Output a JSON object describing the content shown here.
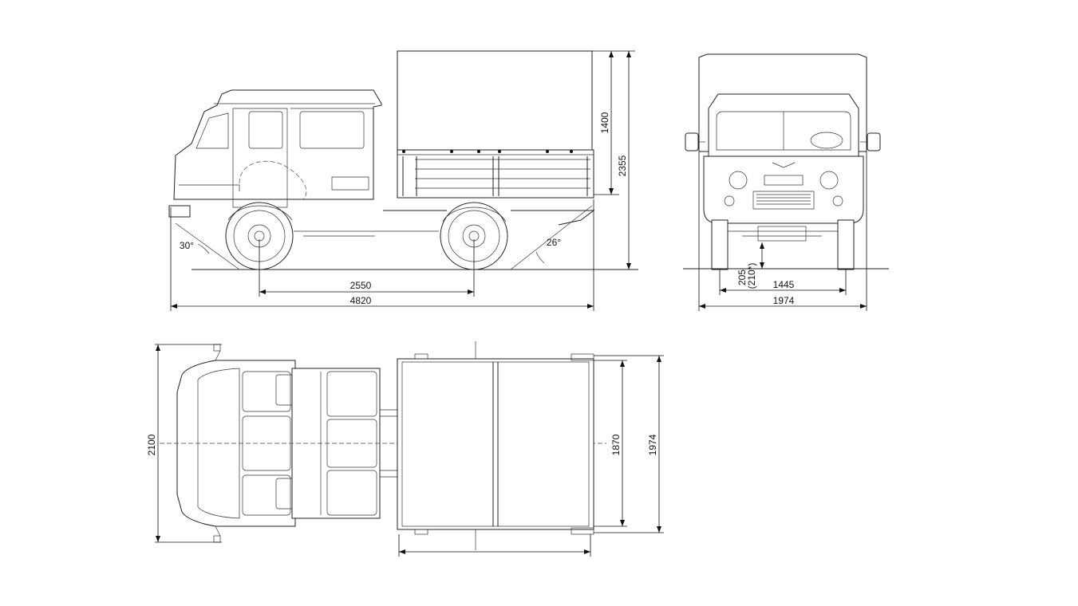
{
  "dimensions": {
    "overall_length": "4820",
    "wheelbase": "2550",
    "awning_height": "1400",
    "overall_height": "2355",
    "approach_angle": "30°",
    "departure_angle": "26°",
    "ground_clearance": "205",
    "ground_clearance_alt": "(210*)",
    "track": "1445",
    "front_width": "1974",
    "mirror_width": "2100",
    "platform_inner_width": "1870",
    "platform_outer_width": "1974"
  },
  "colors": {
    "line": "#222222",
    "background": "#ffffff"
  }
}
